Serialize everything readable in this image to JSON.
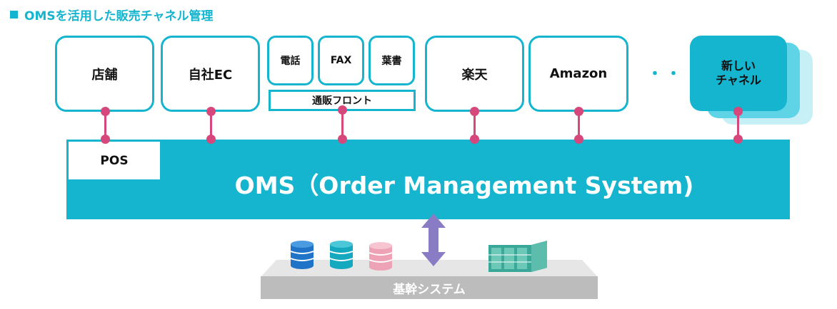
{
  "header": {
    "title": "OMSを活用した販売チャネル管理"
  },
  "channels": {
    "store": "店舗",
    "own_ec": "自社EC",
    "phone": "電話",
    "fax": "FAX",
    "postcard": "葉書",
    "mail_order_front": "通販フロント",
    "rakuten": "楽天",
    "amazon": "Amazon",
    "ellipsis": "・・・",
    "new_channel_line1": "新しい",
    "new_channel_line2": "チャネル"
  },
  "oms": {
    "label": "OMS（Order Management System)",
    "pos": "POS"
  },
  "backend": {
    "label": "基幹システム"
  },
  "colors": {
    "accent": "#15b5cf",
    "connector": "#d6487b",
    "arrow": "#8a7cc4",
    "base": "#bcbcbc"
  }
}
